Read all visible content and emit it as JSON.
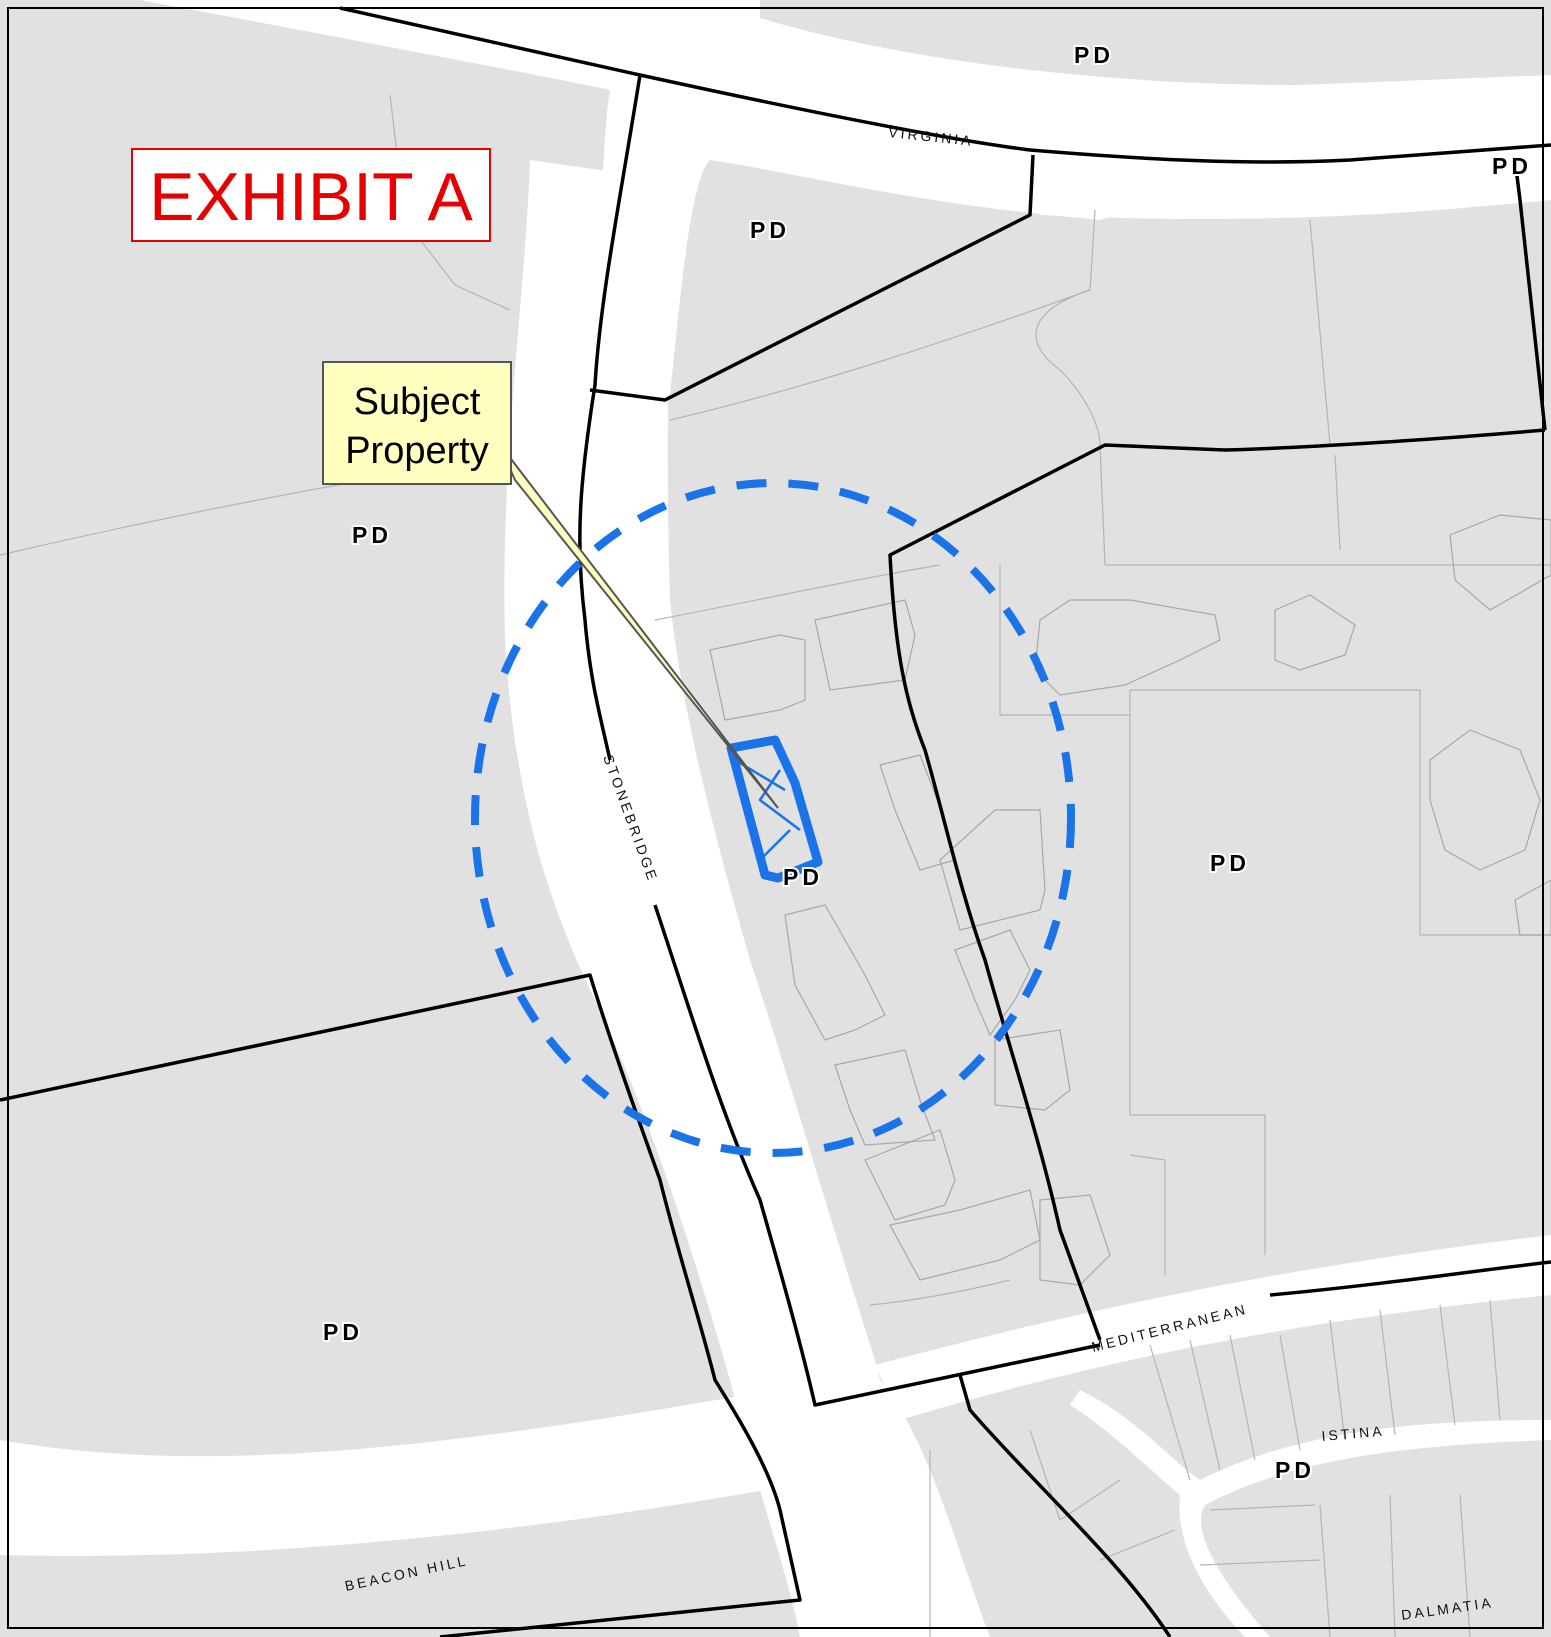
{
  "map": {
    "title": "EXHIBIT A",
    "callout": {
      "line1": "Subject",
      "line2": "Property"
    },
    "streets": {
      "virginia": "VIRGINIA",
      "stonebridge": "STONEBRIDGE",
      "mediterranean": "MEDITERRANEAN",
      "istina": "ISTINA",
      "dalmatia": "DALMATIA",
      "beacon_hill": "BEACON HILL"
    },
    "zoning_label": "PD",
    "colors": {
      "parcel_fill": "#e1e1e1",
      "road_fill": "#ffffff",
      "zone_boundary": "#000000",
      "parcel_line": "#b4b4b4",
      "subject_highlight": "#1a73e8",
      "buffer_circle": "#1a73e8",
      "title_red": "#e60000",
      "callout_fill": "#ffffc0"
    }
  }
}
